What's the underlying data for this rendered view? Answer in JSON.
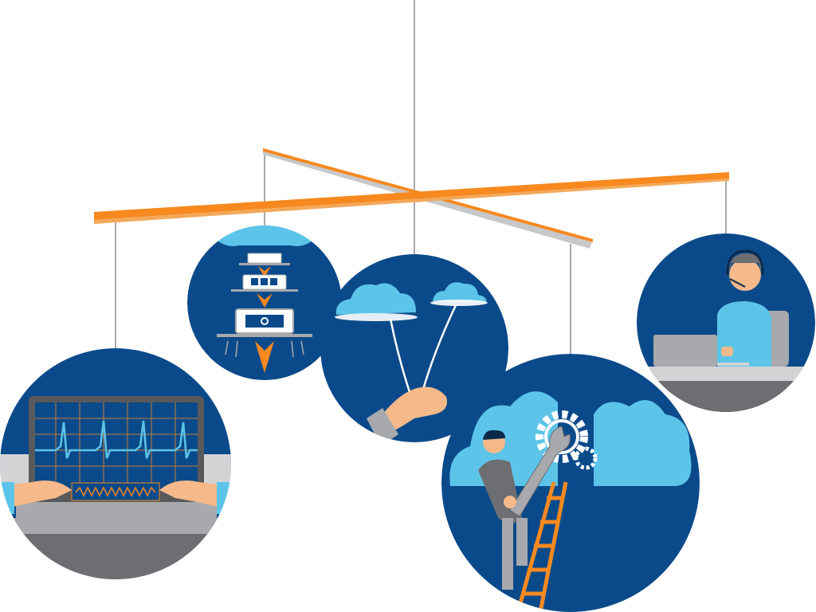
{
  "illustration": {
    "subject": "hanging-mobile",
    "panels": [
      {
        "id": "laptop-heartbeat",
        "icon": "laptop-monitor-icon"
      },
      {
        "id": "rocket-deploy",
        "icon": "rocket-laptops-icon"
      },
      {
        "id": "cloud-balloons",
        "icon": "cloud-balloon-icon"
      },
      {
        "id": "ladder-gears",
        "icon": "wrench-gear-icon"
      },
      {
        "id": "support-agent",
        "icon": "headset-agent-icon"
      }
    ]
  },
  "colors": {
    "navy": "#0b4a8a",
    "light_blue": "#5cc4e8",
    "orange": "#f7891f",
    "gray": "#a7a9ac",
    "dark_gray": "#6d6e71",
    "skin": "#f5b98a"
  }
}
